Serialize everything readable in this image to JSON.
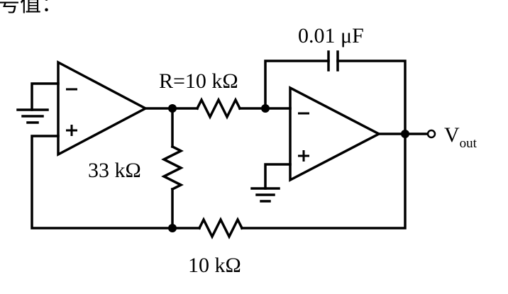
{
  "page": {
    "clipped_heading": "号值："
  },
  "components": {
    "capacitor_label": "0.01 μF",
    "input_resistor_label": "R=10 kΩ",
    "shunt_resistor_label": "33 kΩ",
    "feedback_resistor_label": "10 kΩ",
    "output_label_main": "V",
    "output_label_sub": "out"
  },
  "opamp_signs": {
    "minus": "−",
    "plus": "+"
  }
}
